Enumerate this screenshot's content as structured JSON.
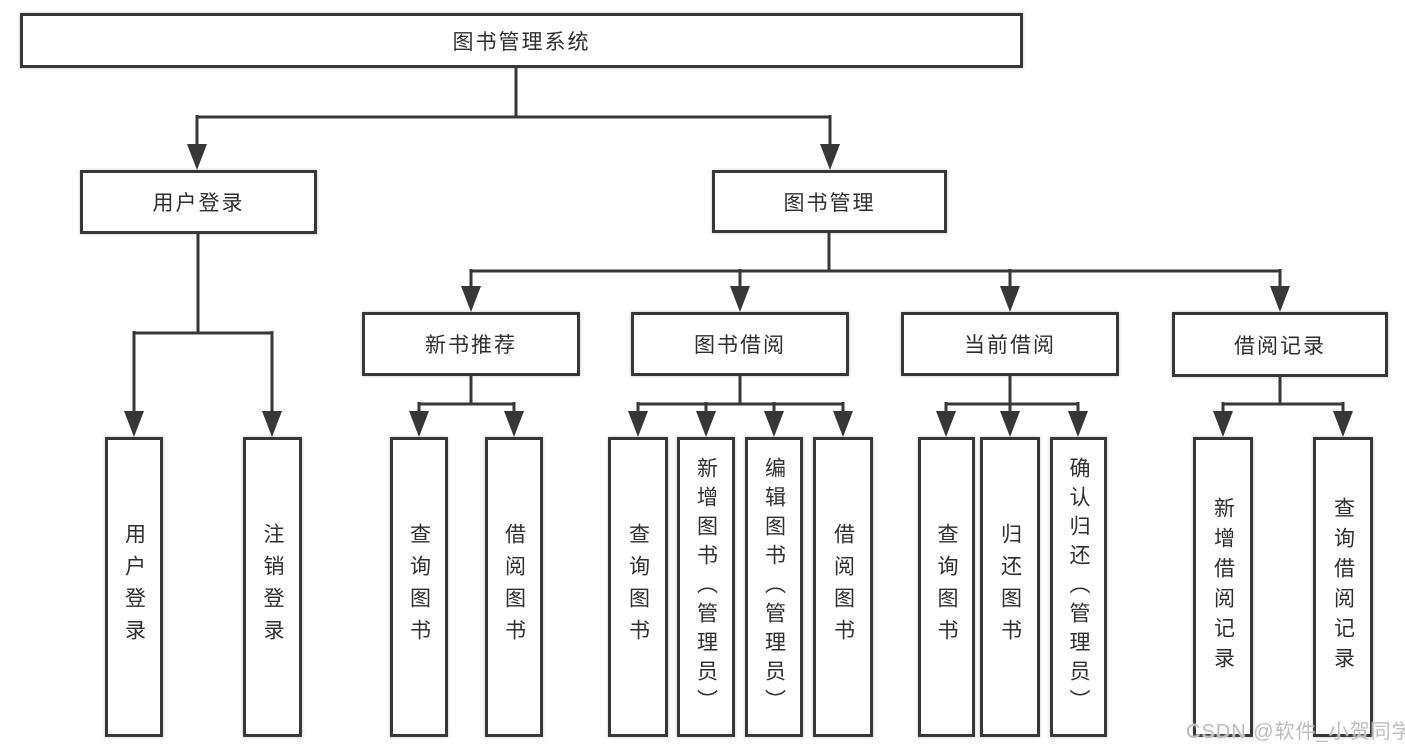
{
  "diagram_type": "function-structure-chart",
  "tree": {
    "label": "图书管理系统",
    "children": [
      {
        "label": "用户登录",
        "children": [
          {
            "label": "用户登录"
          },
          {
            "label": "注销登录"
          }
        ]
      },
      {
        "label": "图书管理",
        "children": [
          {
            "label": "新书推荐",
            "children": [
              {
                "label": "查询图书"
              },
              {
                "label": "借阅图书"
              }
            ]
          },
          {
            "label": "图书借阅",
            "children": [
              {
                "label": "查询图书"
              },
              {
                "label": "新增图书（管理员）"
              },
              {
                "label": "编辑图书（管理员）"
              },
              {
                "label": "借阅图书"
              }
            ]
          },
          {
            "label": "当前借阅",
            "children": [
              {
                "label": "查询图书"
              },
              {
                "label": "归还图书"
              },
              {
                "label": "确认归还（管理员）"
              }
            ]
          },
          {
            "label": "借阅记录",
            "children": [
              {
                "label": "新增借阅记录"
              },
              {
                "label": "查询借阅记录"
              }
            ]
          }
        ]
      }
    ]
  },
  "watermark": {
    "text": "CSDN @软件_小贺同学",
    "color": "#bcbcc3"
  },
  "colors": {
    "line": "#373737",
    "box_border": "#373737",
    "background": "#ffffff",
    "text": "#2f2f2f"
  }
}
